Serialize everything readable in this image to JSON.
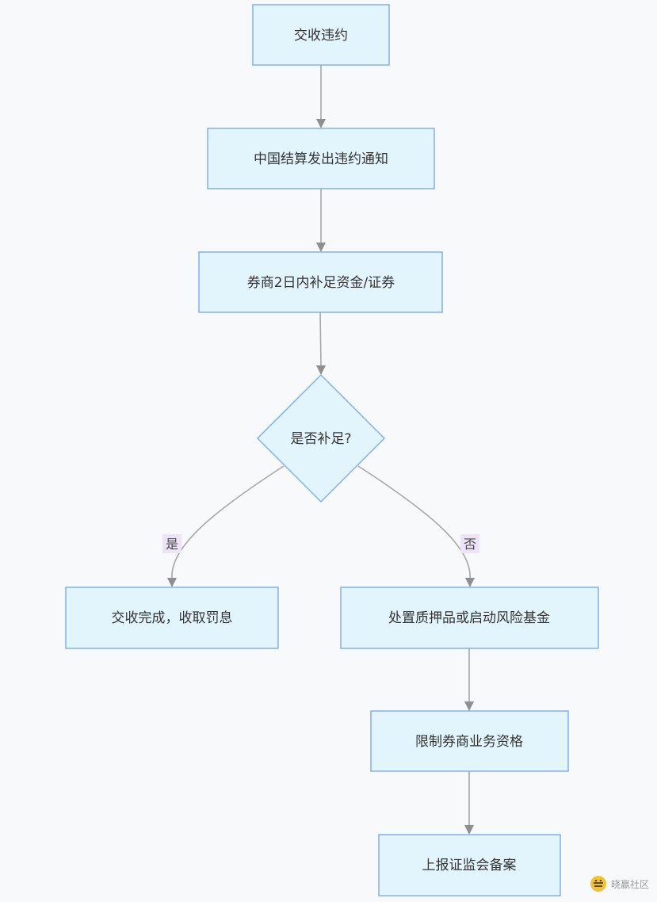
{
  "nodes": {
    "n1": "交收违约",
    "n2": "中国结算发出违约通知",
    "n3": "券商2日内补足资金/证券",
    "decision": "是否补足?",
    "yes_node": "交收完成，收取罚息",
    "no_node": "处置质押品或启动风险基金",
    "n6": "限制券商业务资格",
    "n7": "上报证监会备案"
  },
  "edges": {
    "yes_label": "是",
    "no_label": "否"
  },
  "colors": {
    "node_fill": "#e3f5fc",
    "node_stroke": "#7fb1f3",
    "edge": "#a8a8a8",
    "label_bg": "#ece4f6"
  },
  "watermark": {
    "text": "晓嬴社区",
    "icon": "bee-logo-icon"
  }
}
